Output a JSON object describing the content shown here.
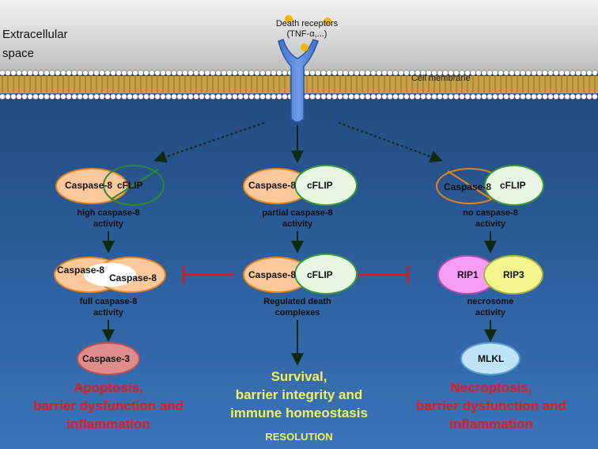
{
  "extracellular": "Extracellular\nspace",
  "receptor_label": "Death receptors\n(TNF-α,...)",
  "membrane_label": "Cell membrane",
  "left": {
    "top_c8": "Caspase-8",
    "top_flip": "cFLIP",
    "caption1": "high caspase-8\nactivity",
    "dimer_a": "Caspase-8",
    "dimer_b": "Caspase-8",
    "caption2": "full caspase-8\nactivity",
    "c3": "Caspase-3",
    "outcome": "Apoptosis,\nbarrier dysfunction and\ninflammation"
  },
  "center": {
    "top_c8": "Caspase-8",
    "top_flip": "cFLIP",
    "caption1": "partial caspase-8\nactivity",
    "mid_c8": "Caspase-8",
    "mid_flip": "cFLIP",
    "caption2": "Regulated death\ncomplexes",
    "outcome": "Survival,\nbarrier integrity and\nimmune homeostasis",
    "resolution": "RESOLUTION"
  },
  "right": {
    "top_c8": "Caspase-8",
    "top_flip": "cFLIP",
    "caption1": "no caspase-8\nactivity",
    "rip1": "RIP1",
    "rip3": "RIP3",
    "caption2": "necrosome\nactivity",
    "mlkl": "MLKL",
    "outcome": "Necroptosis,\nbarrier dysfunction and\ninflammation"
  },
  "colors": {
    "caspase8_fill": "#fdc89c",
    "cflip_fill": "#e8f7e4",
    "caspase3_fill": "#df8c8c",
    "rip1_fill": "#f79ef4",
    "rip3_fill": "#f4f58c",
    "mlkl_fill": "#bfe3f7",
    "outcome_red": "#e8191a",
    "outcome_yellow": "#f5f05a",
    "receptor_blue": "#4f7fd0"
  }
}
